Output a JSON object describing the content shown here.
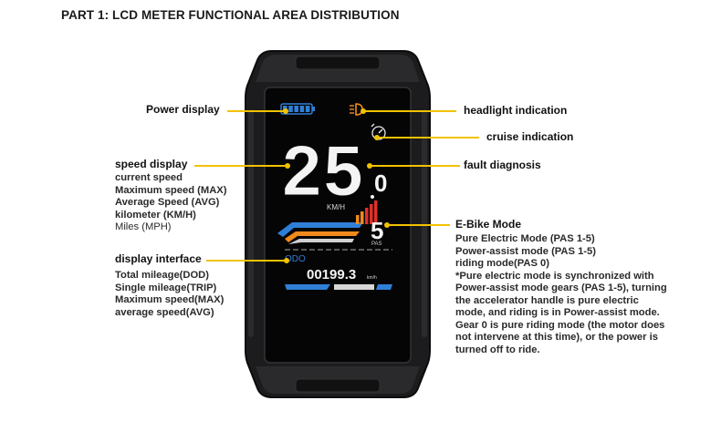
{
  "title": "PART 1: LCD METER FUNCTIONAL AREA DISTRIBUTION",
  "colors": {
    "accent": "#f2c200",
    "device_body": "#1c1c1e",
    "screen": "#050505",
    "lcd_blue": "#2f7fd8",
    "lcd_orange": "#f08a1c",
    "lcd_red": "#e0302a"
  },
  "labels": {
    "power_display": "Power display",
    "headlight": "headlight indication",
    "cruise": "cruise indication",
    "fault": "fault diagnosis",
    "speed_display": {
      "heading": "speed display",
      "items": [
        "current speed",
        "Maximum speed (MAX)",
        "Average Speed (AVG)",
        "kilometer (KM/H)",
        "Miles (MPH)"
      ]
    },
    "display_interface": {
      "heading": "display interface",
      "items": [
        "Total mileage(DOD)",
        "Single mileage(TRIP)",
        "Maximum speed(MAX)",
        "average speed(AVG)"
      ]
    },
    "ebike_mode": {
      "heading": "E-Bike Mode",
      "items": [
        "Pure Electric Mode (PAS 1-5)",
        "Power-assist mode (PAS 1-5)",
        "riding mode(PAS 0)",
        "*Pure electric mode is synchronized with",
        "Power-assist mode gears (PAS 1-5), turning",
        "the accelerator handle is pure electric",
        "mode, and riding is in Power-assist mode.",
        "Gear 0 is pure riding mode (the motor does",
        "not intervene at this time), or the power is",
        "turned off to ride."
      ]
    }
  },
  "lcd": {
    "speed_int": "25",
    "speed_dec": "0",
    "speed_unit": "KM/H",
    "pas_level": "5",
    "pas_label": "PAS",
    "odo_label": "ODO",
    "odo_value": "00199.3",
    "odo_unit": "km/h",
    "battery_level": 1.0,
    "icons": [
      "battery-icon",
      "headlight-icon",
      "cruise-icon",
      "fault-icon"
    ]
  }
}
